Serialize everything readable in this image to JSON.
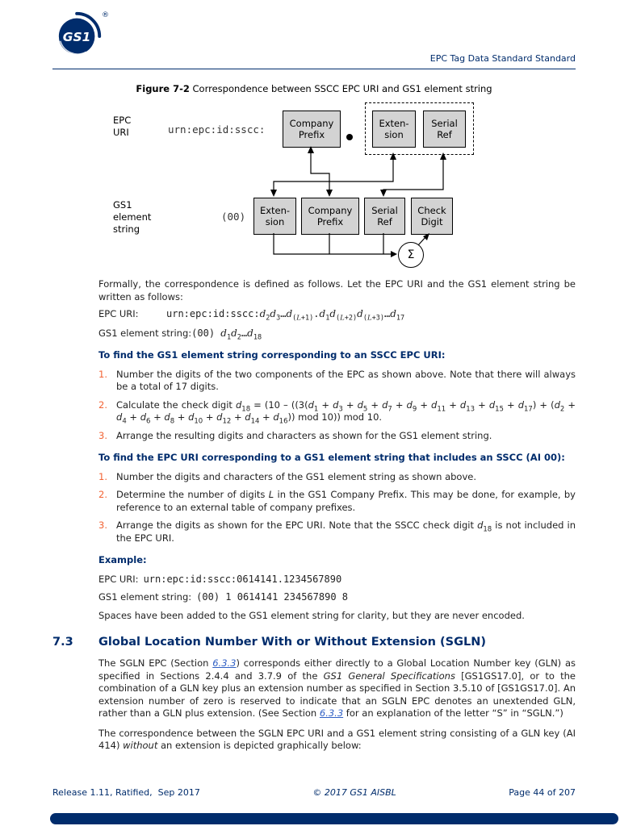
{
  "colors": {
    "brand_blue": "#002C6C",
    "accent_orange": "#F26334",
    "link_blue": "#2F5FC4",
    "box_gray": "#D3D3D3"
  },
  "header": {
    "logo": "GS1",
    "registered": "®",
    "title": "EPC Tag Data Standard Standard"
  },
  "figure": {
    "caption_label": "Figure 7-2",
    "caption_text": " Correspondence between SSCC EPC URI and GS1 element string",
    "epc_row_label": "EPC\nURI",
    "epc_uri_prefix": "urn:epc:id:sscc:",
    "gs1_row_label": "GS1\nelement\nstring",
    "gs1_prefix": "(00)",
    "box_company_prefix": "Company\nPrefix",
    "box_extension": "Exten-\nsion",
    "box_serial_ref": "Serial\nRef",
    "box_check_digit": "Check\nDigit",
    "sigma": "Σ"
  },
  "markers": [
    "1.",
    "2.",
    "3."
  ],
  "body": {
    "intro": "Formally, the correspondence is defined as follows. Let the EPC URI and the GS1 element string be written as follows:",
    "epc_uri_label": "EPC URI:",
    "epc_uri_formula": "urn:epc:id:sscc:*d*~2~*d*~3~…*d*~(*L*+1)~.*d*~1~*d*~(*L*+2)~*d*~(*L*+3)~…*d*~17~",
    "gs1_label": "GS1 element string:",
    "gs1_formula": "(00) *d*~1~*d*~2~…*d*~18~",
    "heading_to_gs1": "To find the GS1 element string corresponding to an SSCC EPC URI:",
    "list_to_gs1": [
      "Number the digits of the two components of the EPC as shown above. Note that there will always be a total of 17 digits.",
      "Calculate the check digit *d*~18~ = (10 – ((3(*d*~1~ + *d*~3~ + *d*~5~ + *d*~7~ + *d*~9~ + *d*~11~ + *d*~13~ + *d*~15~ + *d*~17~) + (*d*~2~ + *d*~4~ + *d*~6~ + *d*~8~ + *d*~10~ + *d*~12~ + *d*~14~ + *d*~16~)) mod 10)) mod 10.",
      "Arrange the resulting digits and characters as shown for the GS1 element string."
    ],
    "heading_to_epc": "To find the EPC URI corresponding to a GS1 element string that includes an SSCC (AI 00):",
    "list_to_epc": [
      "Number the digits and characters of the GS1 element string as shown above.",
      "Determine the number of digits *L* in the GS1 Company Prefix. This may be done, for example, by reference to an external table of company prefixes.",
      "Arrange the digits as shown for the EPC URI. Note that the SSCC check digit *d*~18~ is not included in the EPC URI."
    ],
    "example_heading": "Example:",
    "example_epc_label": "EPC URI:",
    "example_epc_value": "urn:epc:id:sscc:0614141.1234567890",
    "example_gs1_label": "GS1 element string:",
    "example_gs1_value": "(00) 1 0614141 234567890 8",
    "example_note": "Spaces have been added to the GS1 element string for clarity, but they are never encoded."
  },
  "section": {
    "number": "7.3",
    "title": "Global Location Number With or Without Extension (SGLN)",
    "para1": "The SGLN EPC (Section @6.3.3@) corresponds either directly to a Global Location Number key (GLN) as specified in Sections 2.4.4 and 3.7.9 of the *GS1 General Specifications* [GS1GS17.0], or to the combination of a GLN key plus an extension number as specified in Section 3.5.10 of [GS1GS17.0]. An extension number of zero is reserved to indicate that an SGLN EPC denotes an unextended GLN, rather than a GLN plus extension. (See Section @6.3.3@ for an explanation of the letter “S” in “SGLN.”)",
    "para2": "The correspondence between the SGLN EPC URI and a GS1 element string consisting of a GLN key (AI 414) *without* an extension is depicted graphically below:"
  },
  "footer": {
    "left": "Release 1.11, Ratified,  Sep 2017",
    "center": "© 2017 GS1 AISBL",
    "right": "Page 44 of 207"
  }
}
